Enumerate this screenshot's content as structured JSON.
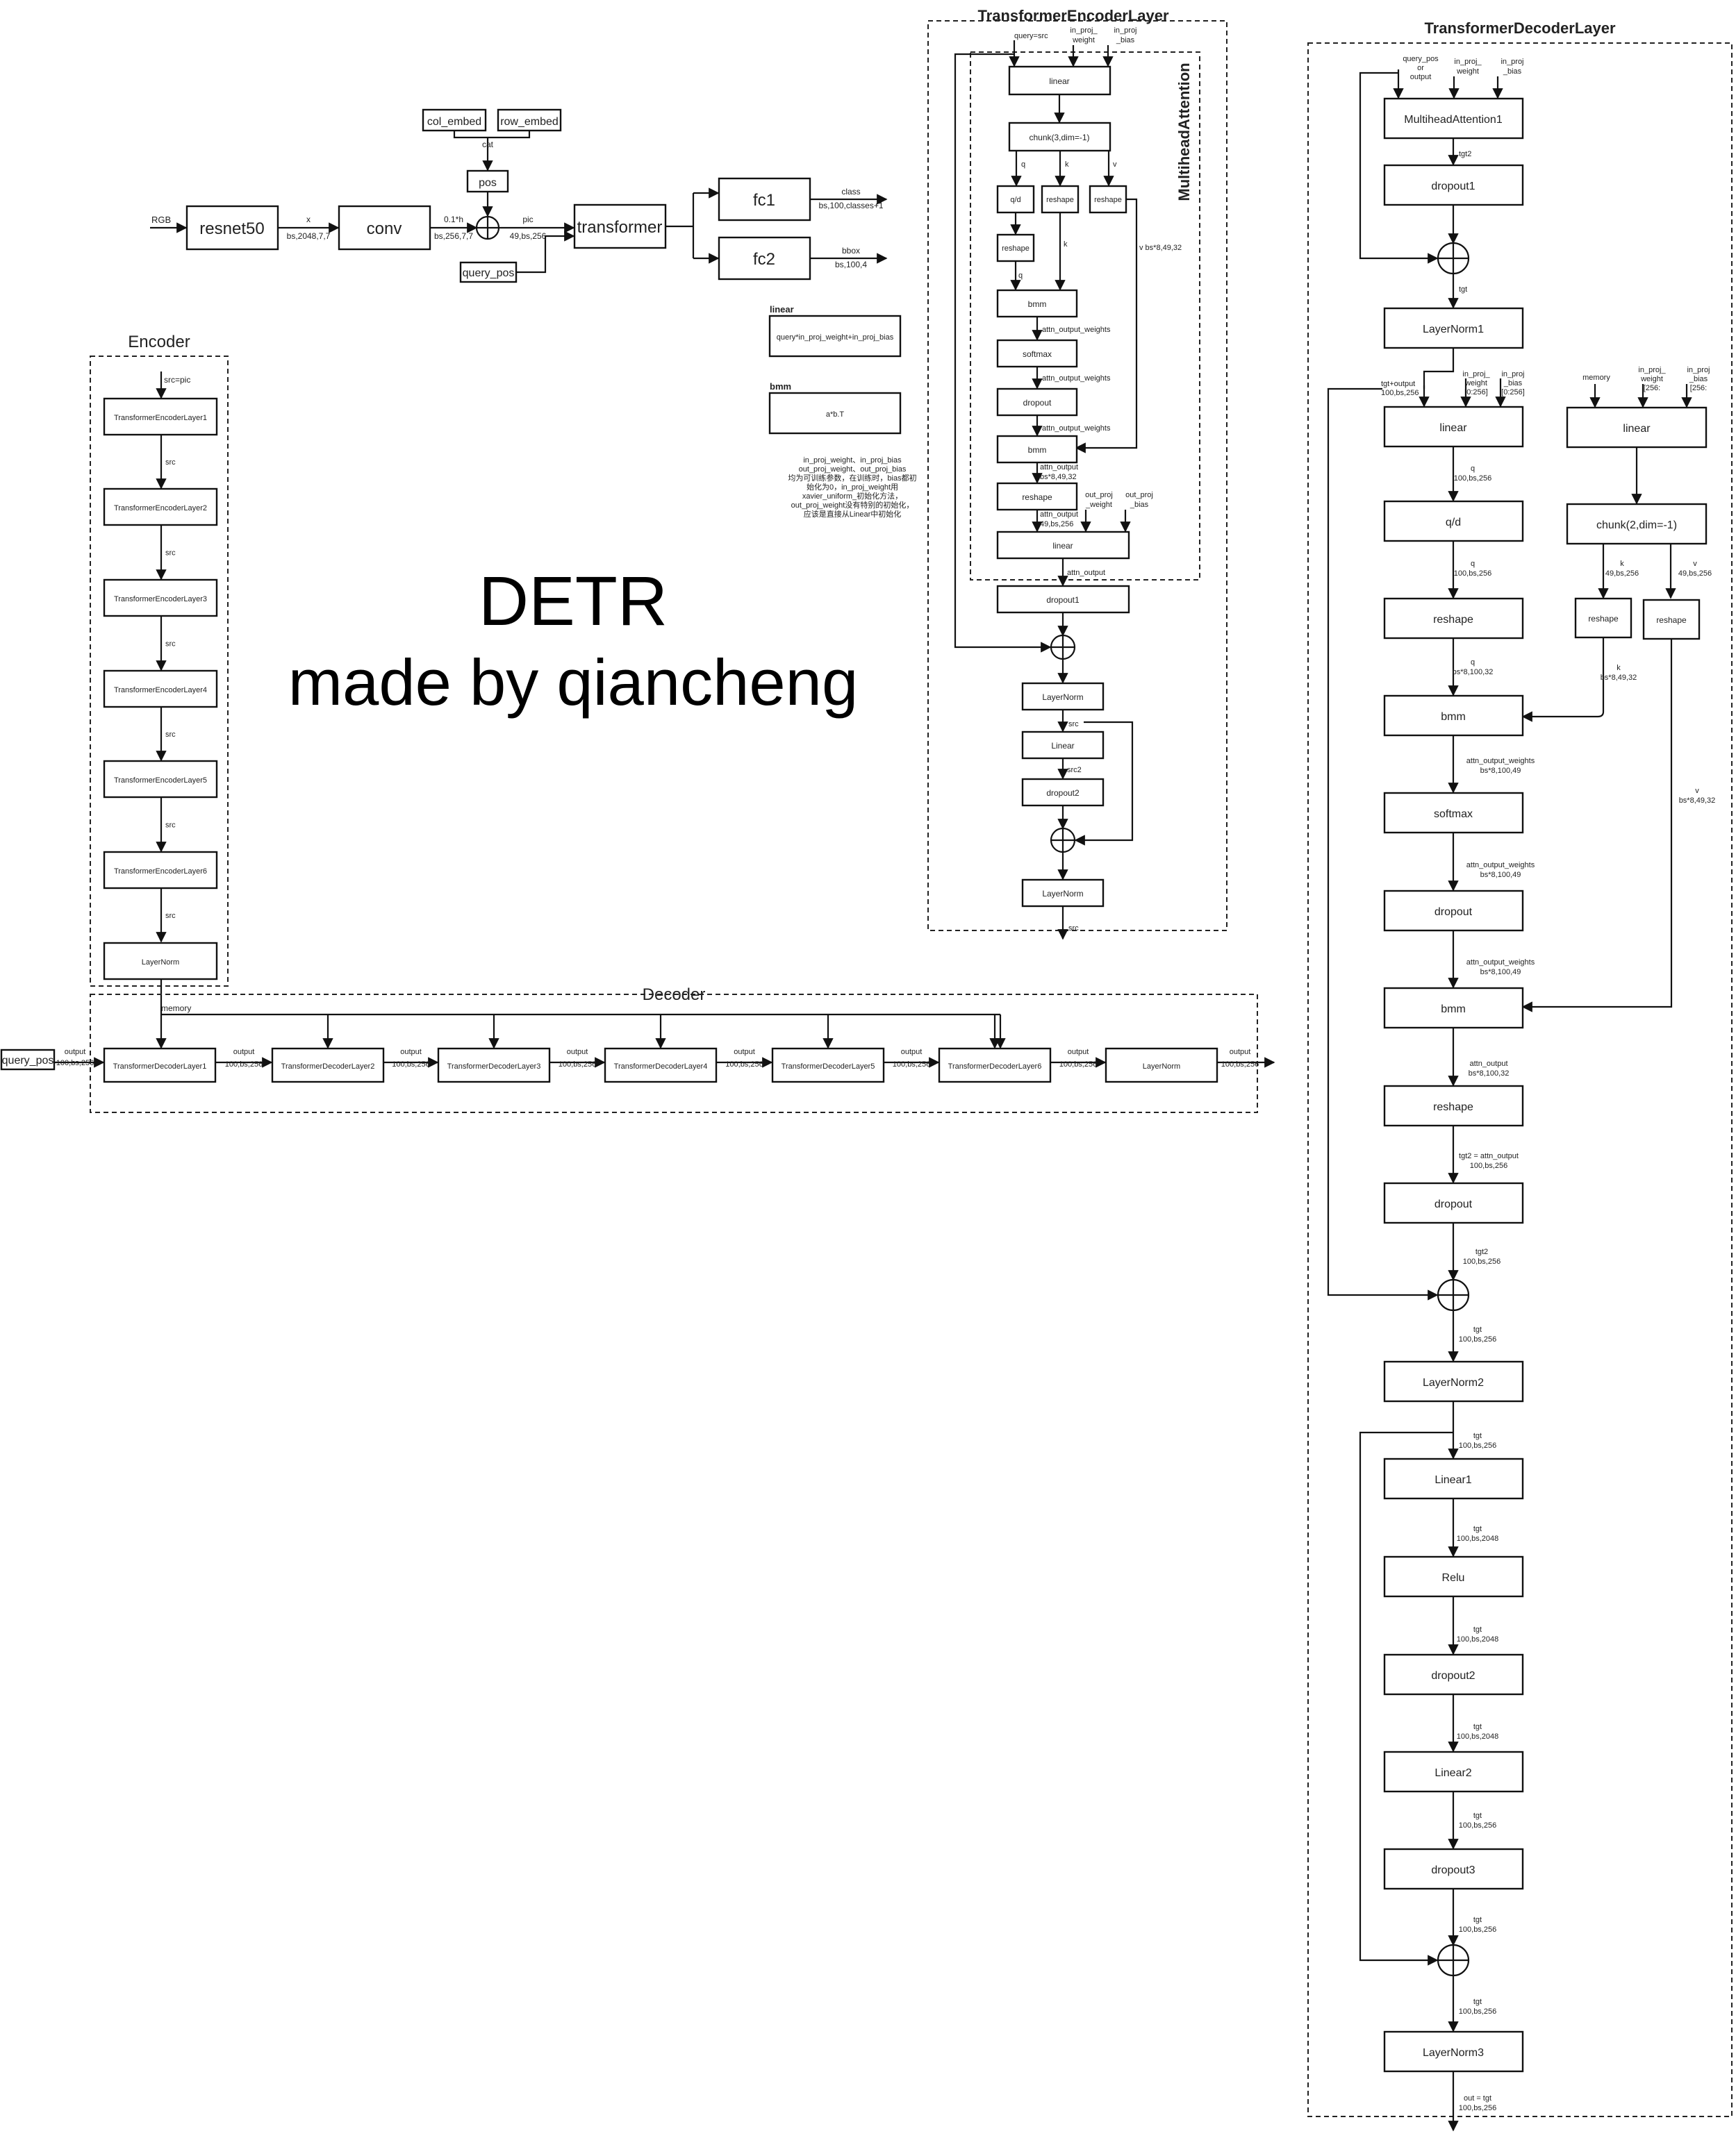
{
  "title": "DETR",
  "subtitle": "made by qiancheng",
  "top": {
    "rgb": "RGB",
    "resnet50": "resnet50",
    "conv": "conv",
    "transformer": "transformer",
    "fc1": "fc1",
    "fc2": "fc2",
    "col_embed": "col_embed",
    "row_embed": "row_embed",
    "cat": "cat",
    "pos": "pos",
    "query_pos": "query_pos",
    "x_label": "x",
    "x_shape": "bs,2048,7,7",
    "scale_label": "0.1*h",
    "h_shape": "bs,256,7,7",
    "pic_label": "pic",
    "pic_shape": "49,bs,256",
    "class_label": "class",
    "class_shape": "bs,100,classes+1",
    "bbox_label": "bbox",
    "bbox_shape": "bs,100,4"
  },
  "notes": {
    "linear_title": "linear",
    "linear_formula": "query*in_proj_weight+in_proj_bias",
    "bmm_title": "bmm",
    "bmm_formula": "a*b.T",
    "param_lines": [
      "in_proj_weight、in_proj_bias",
      "out_proj_weight、out_proj_bias",
      "均为可训练参数，在训练时，bias都初",
      "始化为0，in_proj_weight用",
      "xavier_uniform_初始化方法，",
      "out_proj_weight没有特别的初始化，",
      "应该是直接从Linear中初始化"
    ]
  },
  "encoder": {
    "title": "Encoder",
    "input": "src=pic",
    "layers": [
      "TransformerEncoderLayer1",
      "TransformerEncoderLayer2",
      "TransformerEncoderLayer3",
      "TransformerEncoderLayer4",
      "TransformerEncoderLayer5",
      "TransformerEncoderLayer6"
    ],
    "edge_label": "src",
    "norm": "LayerNorm",
    "memory": "memory"
  },
  "decoder": {
    "title": "Decoder",
    "query_pos": "query_pos",
    "layers": [
      "TransformerDecoderLayer1",
      "TransformerDecoderLayer2",
      "TransformerDecoderLayer3",
      "TransformerDecoderLayer4",
      "TransformerDecoderLayer5",
      "TransformerDecoderLayer6"
    ],
    "norm": "LayerNorm",
    "output_label": "output",
    "output_shape": "100,bs,256"
  },
  "enc_layer": {
    "title": "TransformerEncoderLayer",
    "mha_title": "MultiheadAttention",
    "in_query": "query=src",
    "in_weight": [
      "in_proj_",
      "weight"
    ],
    "in_bias": [
      "in_proj",
      "_bias"
    ],
    "linear": "linear",
    "chunk": "chunk(3,dim=-1)",
    "q": "q",
    "k": "k",
    "v": "v",
    "qd": "q/d",
    "reshape": "reshape",
    "k_bs": "k",
    "v_bs": "v   bs*8,49,32",
    "bmm": "bmm",
    "softmax": "softmax",
    "dropout": "dropout",
    "attn_w": "attn_output_weights",
    "attn_out": "attn_output",
    "attn_out_shape1": "bs*8,49,32",
    "attn_out_shape2": "49,bs,256",
    "out_weight": [
      "out_proj",
      "_weight"
    ],
    "out_bias": [
      "out_proj",
      "_bias"
    ],
    "linear2": "linear",
    "dropout1": "dropout1",
    "layernorm": "LayerNorm",
    "src": "src",
    "Linear": "Linear",
    "src2": "src2",
    "dropout2": "dropout2",
    "out_src": "src"
  },
  "dec_layer": {
    "title": "TransformerDecoderLayer",
    "in_lines": [
      "query_pos",
      "or",
      "output"
    ],
    "in_weight": [
      "in_proj_",
      "weight"
    ],
    "in_bias": [
      "in_proj",
      "_bias"
    ],
    "mha1": "MultiheadAttention1",
    "tgt2": "tgt2",
    "dropout1": "dropout1",
    "tgt": "tgt",
    "layernorm1": "LayerNorm1",
    "tgt_output": [
      "tgt+output",
      "100,bs,256"
    ],
    "w_slice": [
      "in_proj_",
      "weight",
      "[0:256]"
    ],
    "b_slice": [
      "in_proj",
      "_bias",
      "[0:256]"
    ],
    "memory": "memory",
    "w_rest": [
      "in_proj_",
      "weight",
      "[256:"
    ],
    "b_rest": [
      "in_proj",
      "_bias",
      "[256:"
    ],
    "linear": "linear",
    "chunk2": "chunk(2,dim=-1)",
    "q_shape": [
      "q",
      "100,bs,256"
    ],
    "k_shape": [
      "k",
      "49,bs,256"
    ],
    "v_shape": [
      "v",
      "49,bs,256"
    ],
    "qd": "q/d",
    "reshape": "reshape",
    "k_reshape": "reshape",
    "v_reshape": "reshape",
    "q_shape2": [
      "q",
      "100,bs,256"
    ],
    "q_shape3": [
      "q",
      "bs*8,100,32"
    ],
    "k_shape2": [
      "k",
      "bs*8,49,32"
    ],
    "v_shape2": [
      "v",
      "bs*8,49,32"
    ],
    "bmm": "bmm",
    "attn_w": [
      "attn_output_weights",
      "bs*8,100,49"
    ],
    "softmax": "softmax",
    "dropout": "dropout",
    "bmm2": "bmm",
    "attn_out": [
      "attn_output",
      "bs*8,100,32"
    ],
    "reshape2": "reshape",
    "tgt2_eq": [
      "tgt2 = attn_output",
      "100,bs,256"
    ],
    "dropout_b": "dropout",
    "tgt2_shape": [
      "tgt2",
      "100,bs,256"
    ],
    "tgt_shape": [
      "tgt",
      "100,bs,256"
    ],
    "layernorm2": "LayerNorm2",
    "linear1": "Linear1",
    "tgt_2048": [
      "tgt",
      "100,bs,2048"
    ],
    "relu": "Relu",
    "dropout2": "dropout2",
    "linear2": "Linear2",
    "dropout3": "dropout3",
    "layernorm3": "LayerNorm3",
    "out": [
      "out = tgt",
      "100,bs,256"
    ]
  }
}
